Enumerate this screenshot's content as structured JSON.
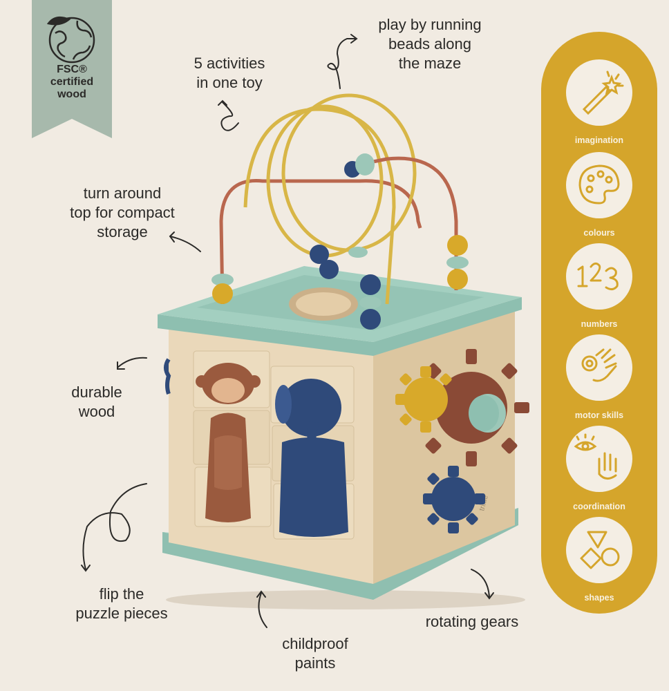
{
  "fsc": {
    "line1": "FSC®",
    "line2": "certified",
    "line3": "wood",
    "icon": "globe-leaf-icon"
  },
  "callouts": {
    "beads": [
      "play by running",
      "beads along",
      "the maze"
    ],
    "activities": [
      "5 activities",
      "in one toy"
    ],
    "turn": [
      "turn around",
      "top for compact",
      "storage"
    ],
    "durable": [
      "durable",
      "wood"
    ],
    "flip": [
      "flip the",
      "puzzle pieces"
    ],
    "childproof": [
      "childproof",
      "paints"
    ],
    "gears": [
      "rotating gears"
    ]
  },
  "product": {
    "brand_mark": "trixie"
  },
  "skills": [
    {
      "label": "imagination",
      "icon": "magic-wand-icon"
    },
    {
      "label": "colours",
      "icon": "paint-palette-icon"
    },
    {
      "label": "numbers",
      "icon": "numbers-123-icon"
    },
    {
      "label": "motor skills",
      "icon": "hand-grab-icon"
    },
    {
      "label": "coordination",
      "icon": "eye-hand-icon"
    },
    {
      "label": "shapes",
      "icon": "shapes-icon"
    }
  ],
  "colors": {
    "background": "#f1ebe2",
    "sidebar": "#d5a52b",
    "fsc_tag": "#a7b9ac",
    "mint": "#9cc7b8",
    "wood": "#e8d6b8"
  }
}
